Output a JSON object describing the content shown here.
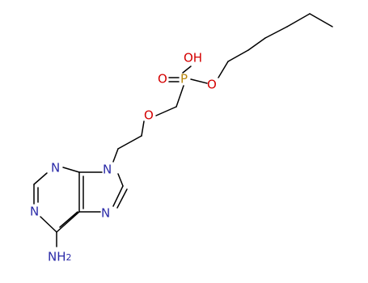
{
  "colors": {
    "bond": "#000000",
    "oxygen": "#d40000",
    "nitrogen": "#2a2aa8",
    "phosphorus": "#b8860b"
  },
  "atoms": {
    "oh": "OH",
    "p": "P",
    "o_double": "O",
    "o_ester": "O",
    "o_ether": "O",
    "n9": "N",
    "n3": "N",
    "n1": "N",
    "n7": "N",
    "nh2_main": "NH",
    "nh2_sub": "2"
  }
}
